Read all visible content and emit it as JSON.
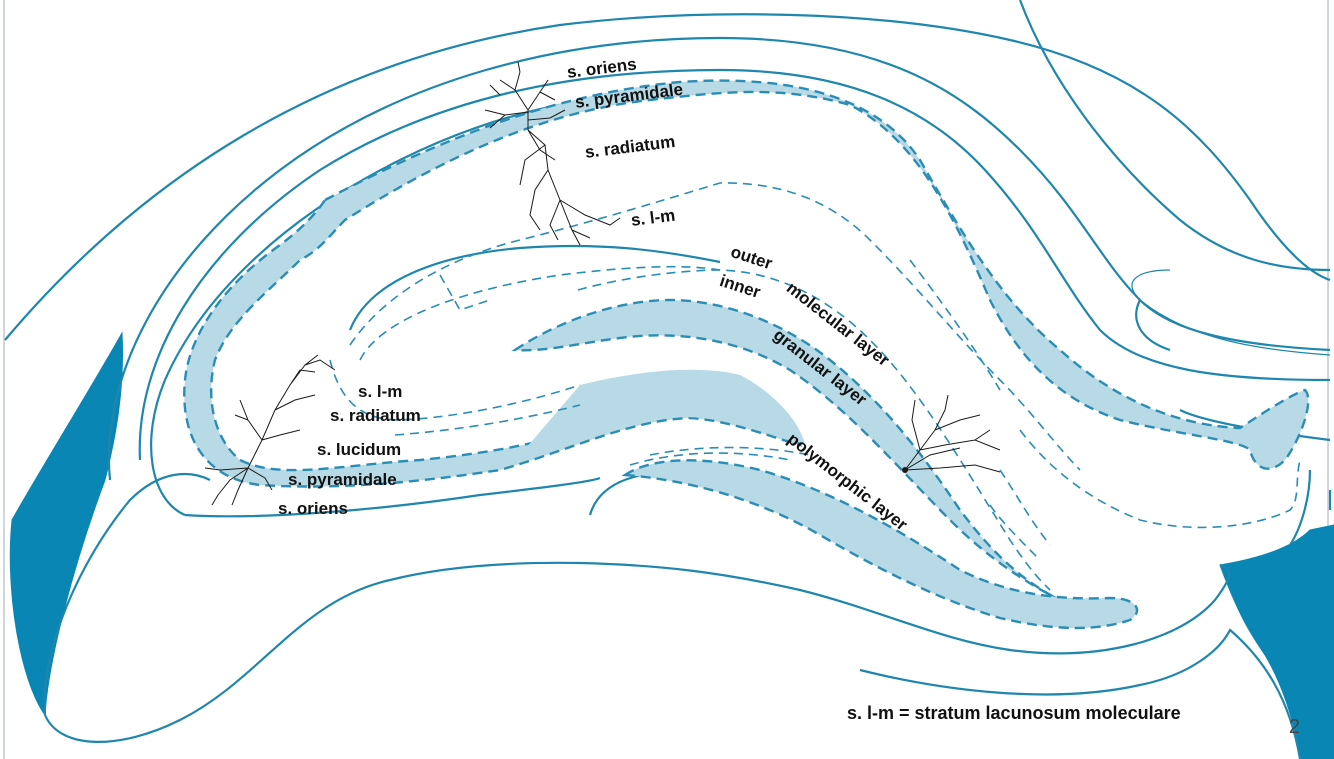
{
  "colors": {
    "outline": "#1f86ad",
    "dashed": "#2a8db5",
    "fill_light": "#b8dae6",
    "fill_dark": "#0a86b4",
    "neuron": "#1a1a1a"
  },
  "labels": {
    "ca1_oriens": "s. oriens",
    "ca1_pyramidale": "s. pyramidale",
    "ca1_radiatum": "s. radiatum",
    "ca1_lm": "s. l-m",
    "ca3_lm": "s. l-m",
    "ca3_radiatum": "s. radiatum",
    "ca3_lucidum": "s. lucidum",
    "ca3_pyramidale": "s. pyramidale",
    "ca3_oriens": "s. oriens",
    "dg_outer": "outer",
    "dg_inner": "inner",
    "dg_molecular": "molecular layer",
    "dg_granular": "granular layer",
    "dg_polymorphic": "polymorphic layer"
  },
  "footnote": "s. l-m = stratum lacunosum moleculare",
  "page_number": "2"
}
